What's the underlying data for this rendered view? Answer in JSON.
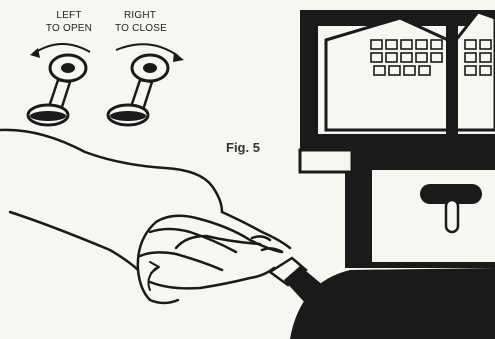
{
  "figure": {
    "caption": "Fig. 5",
    "left_knob": {
      "line1": "LEFT",
      "line2": "TO OPEN"
    },
    "right_knob": {
      "line1": "RIGHT",
      "line2": "TO CLOSE"
    }
  },
  "colors": {
    "ink": "#1a1a1a",
    "paper": "#f7f6f1"
  }
}
